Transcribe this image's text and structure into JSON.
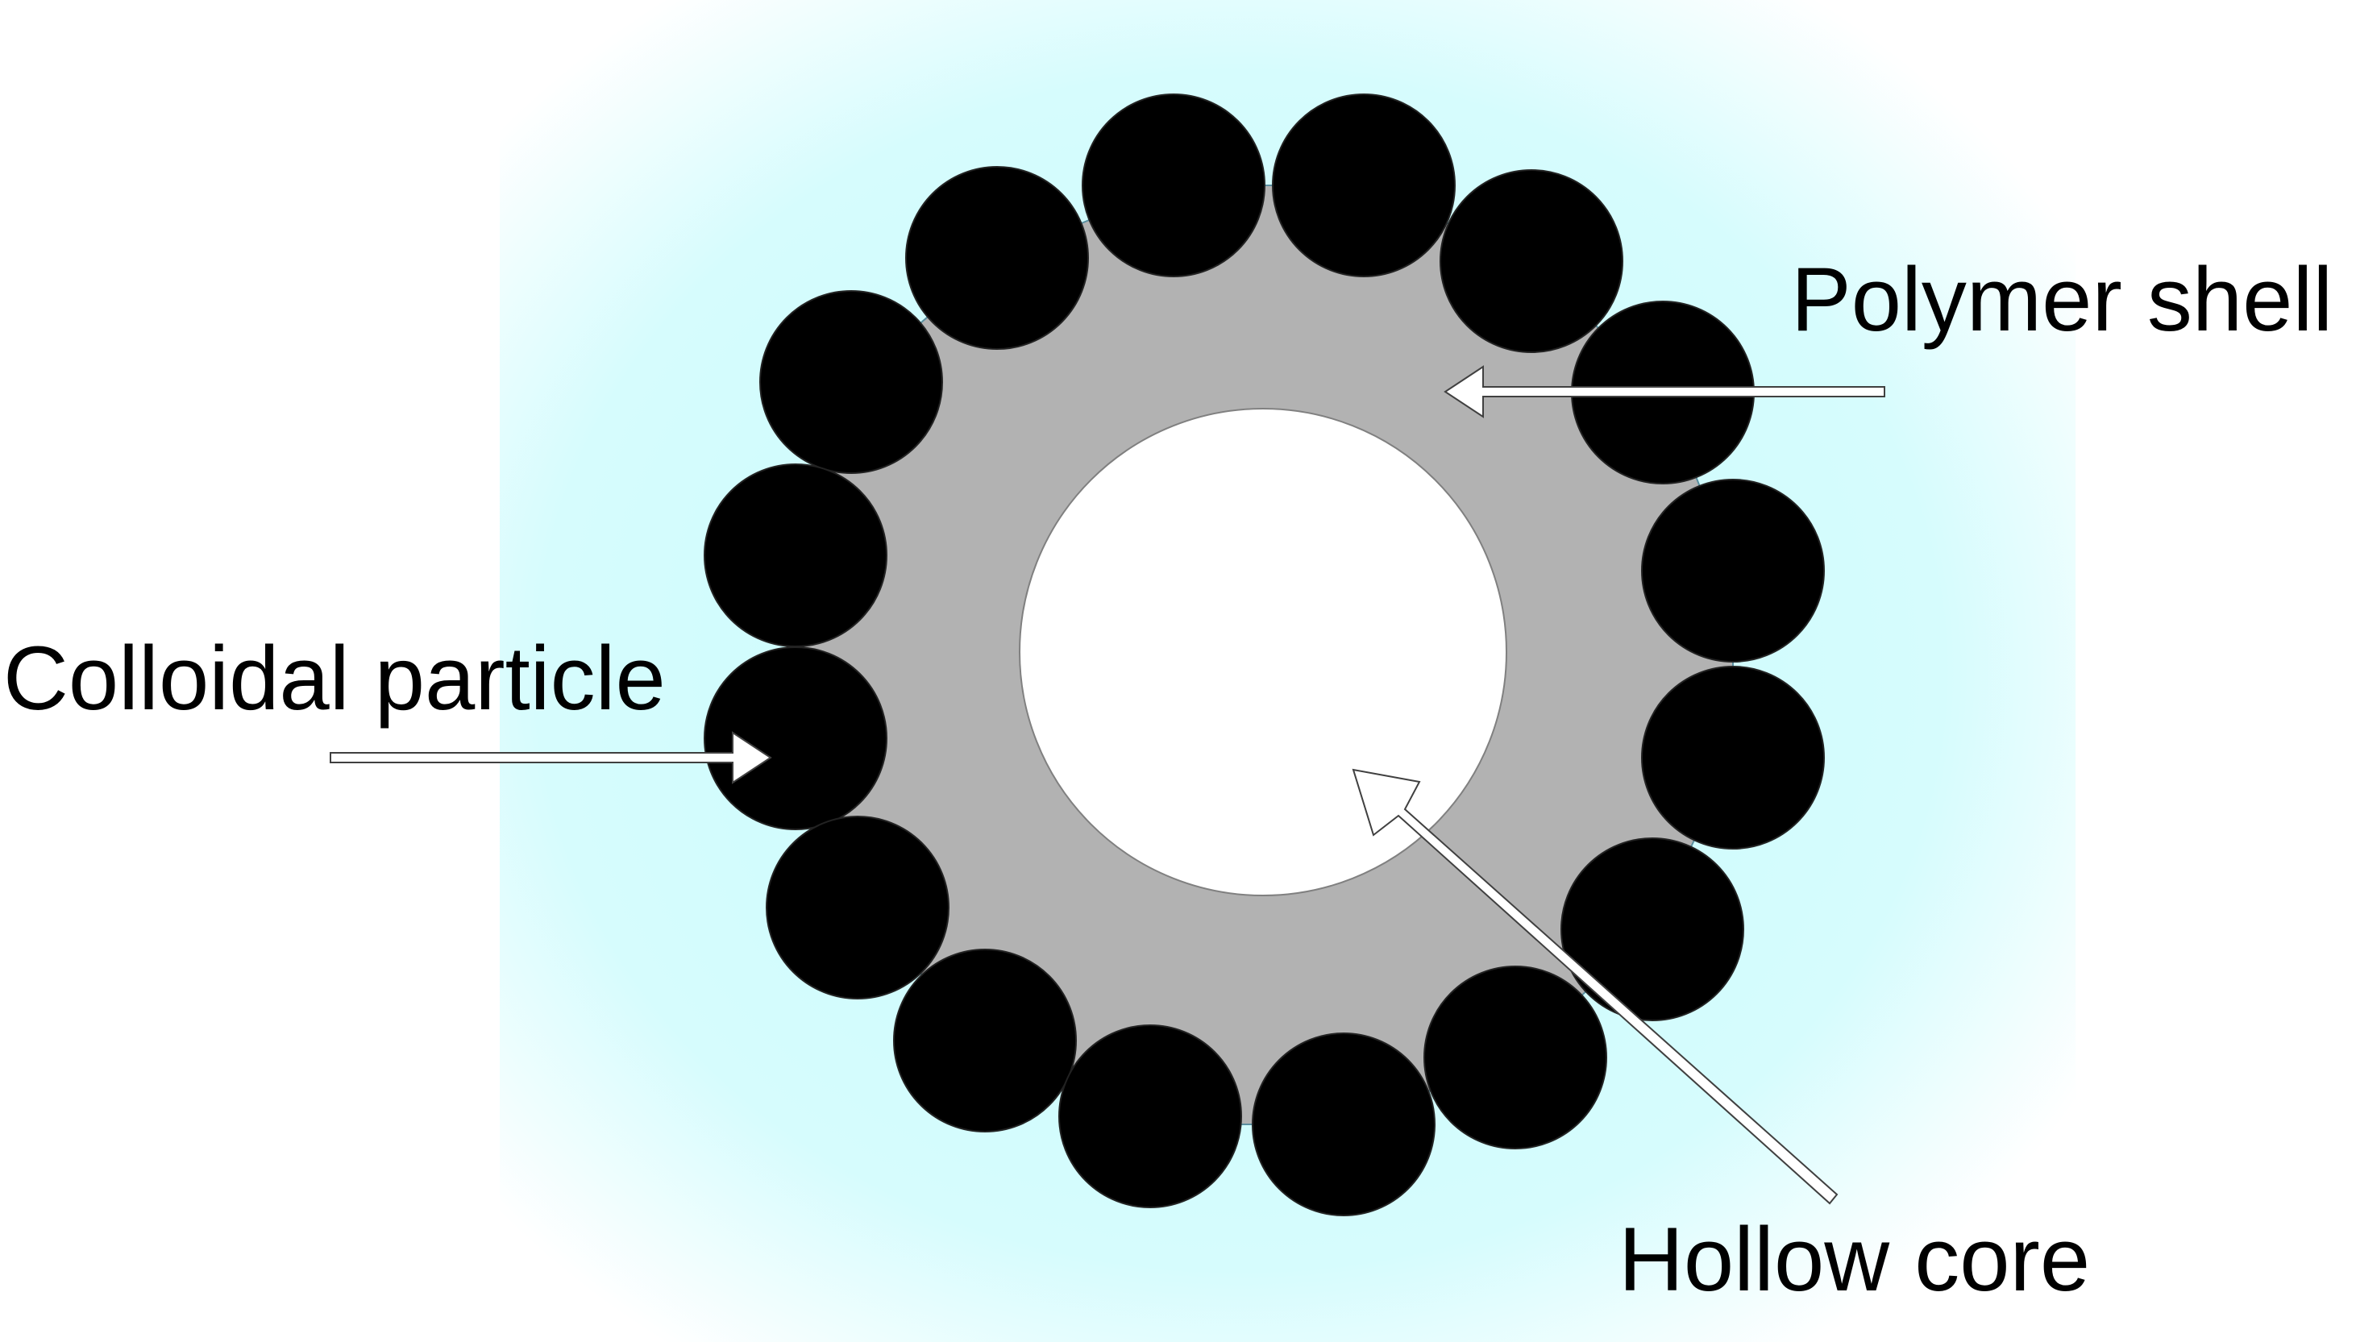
{
  "labels": {
    "polymer_shell": "Polymer shell",
    "colloidal_particle": "Colloidal particle",
    "hollow_core": "Hollow core"
  },
  "colors": {
    "background_glow": "#c7fbfc",
    "background_edge": "#ffffff",
    "shell_fill": "#b2b2b2",
    "shell_outline": "#5a8fa0",
    "core_fill": "#ffffff",
    "core_outline": "#808080",
    "particle_fill": "#000000",
    "arrow_fill": "#ffffff",
    "arrow_outline": "#404040"
  }
}
